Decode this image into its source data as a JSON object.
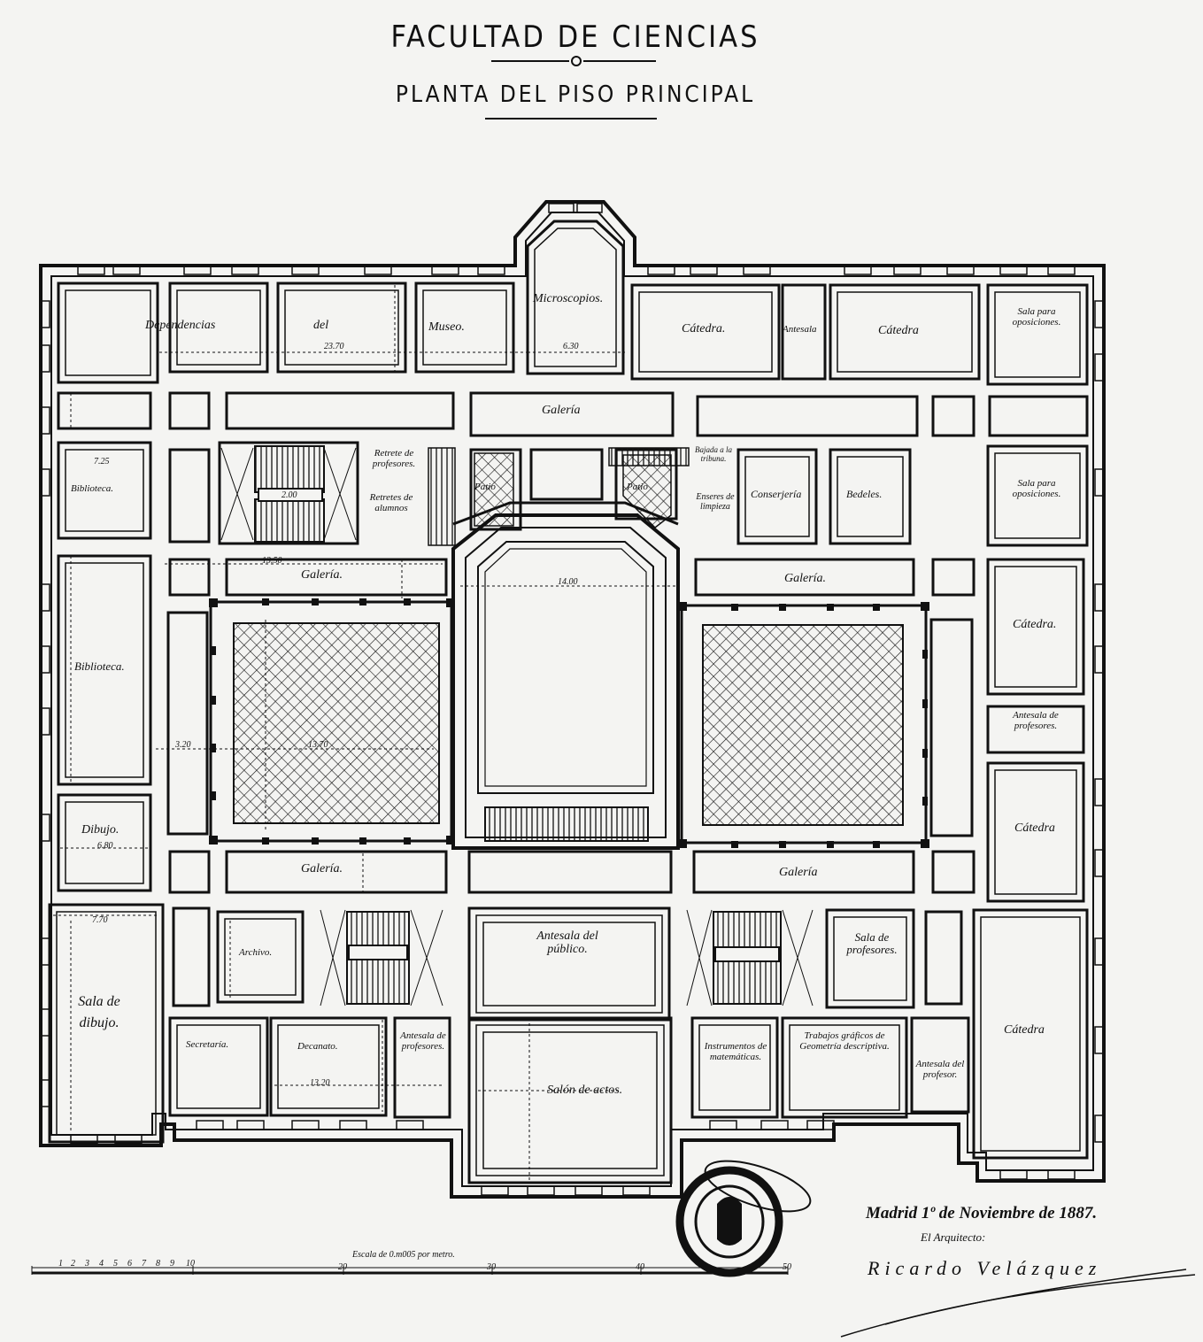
{
  "title": "FACULTAD DE CIENCIAS",
  "subtitle": "PLANTA DEL PISO PRINCIPAL",
  "rooms": {
    "dependencias": "Dependencias",
    "del": "del",
    "museo": "Museo.",
    "microscopios": "Microscopios.",
    "catedra_top_1": "Cátedra.",
    "antesala_top": "Antesala",
    "catedra_top_2": "Cátedra",
    "sala_oposiciones_1": "Sala para oposiciones.",
    "galeria_top": "Galería",
    "biblioteca_small": "Biblioteca.",
    "retrete_profesores": "Retrete de profesores.",
    "retretes_alumnos": "Retretes de alumnos",
    "patio_left": "Patio",
    "patio_right": "Patio",
    "bajada_tribuna": "Bajada a la tribuna.",
    "enseres_limpieza": "Enseres de limpieza",
    "conserjeria": "Conserjería",
    "bedeles": "Bedeles.",
    "sala_oposiciones_2": "Sala para oposiciones.",
    "galeria_mid_left": "Galería.",
    "galeria_mid_right": "Galería.",
    "biblioteca_large": "Biblioteca.",
    "catedra_right_1": "Cátedra.",
    "antesala_profesores": "Antesala de profesores.",
    "catedra_right_2": "Cátedra",
    "dibujo": "Dibujo.",
    "galeria_low_left": "Galería.",
    "galeria_low_right": "Galería",
    "archivo": "Archivo.",
    "antesala_publico": "Antesala del público.",
    "sala_profesores": "Sala de profesores.",
    "sala_dibujo": "Sala de dibujo.",
    "secretaria": "Secretaría.",
    "decanato": "Decanato.",
    "antesala_profesores_2": "Antesala de profesores.",
    "salon_actos": "Salón de actos.",
    "instrumentos": "Instrumentos de matemáticas.",
    "trabajos": "Trabajos gráficos de Geometría descriptiva.",
    "antesala_profesor": "Antesala del profesor.",
    "catedra_right_3": "Cátedra"
  },
  "dimensions": {
    "d_23_70": "23.70",
    "d_6_30": "6.30",
    "d_7_25": "7.25",
    "d_2_00": "2.00",
    "d_13_50": "13.50",
    "d_14_00": "14.00",
    "d_3_20": "3.20",
    "d_13_70": "13.70",
    "d_6_80": "6.80",
    "d_7_70": "7.70",
    "d_13_20": "13.20"
  },
  "footer": {
    "date": "Madrid 1º de Noviembre de 1887.",
    "architect": "El Arquitecto:",
    "signature": "Ricardo Velázquez",
    "scale_caption": "Escala de 0.m005 por metro.",
    "scale_ticks": [
      "1",
      "2",
      "3",
      "4",
      "5",
      "6",
      "7",
      "8",
      "9",
      "10",
      "20",
      "30",
      "40",
      "50"
    ]
  }
}
